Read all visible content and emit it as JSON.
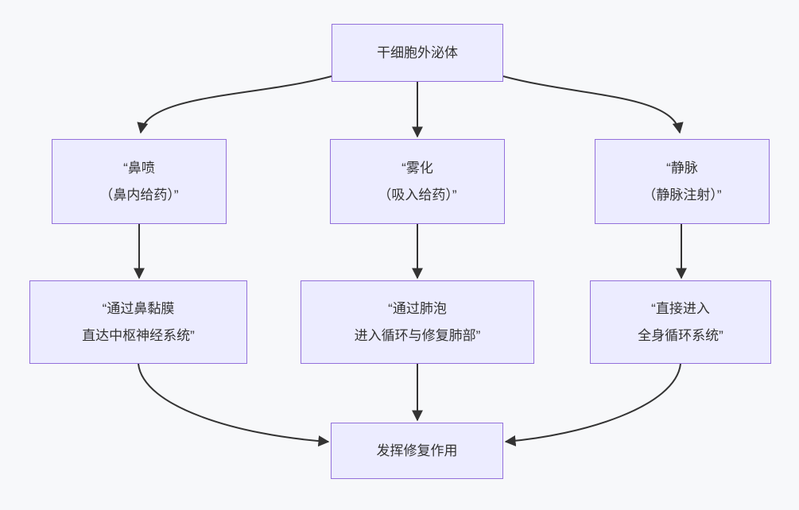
{
  "diagram": {
    "type": "flowchart-top-down",
    "colors": {
      "background": "#F7F8FA",
      "node_fill": "#ECECFF",
      "node_border": "#9370DB",
      "edge": "#333333",
      "text": "#333333"
    },
    "nodes": [
      {
        "id": "source",
        "label": "干细胞外泌体"
      },
      {
        "id": "route-nasal",
        "label": "“鼻喷\n（鼻内给药）”"
      },
      {
        "id": "route-nebulize",
        "label": "“雾化\n（吸入给药）”"
      },
      {
        "id": "route-iv",
        "label": "“静脉\n（静脉注射）”"
      },
      {
        "id": "path-nasal",
        "label": "“通过鼻黏膜\n直达中枢神经系统”"
      },
      {
        "id": "path-nebulize",
        "label": "“通过肺泡\n进入循环与修复肺部”"
      },
      {
        "id": "path-iv",
        "label": "“直接进入\n全身循环系统”"
      },
      {
        "id": "outcome",
        "label": "发挥修复作用"
      }
    ],
    "edges": [
      {
        "from": "source",
        "to": "route-nasal"
      },
      {
        "from": "source",
        "to": "route-nebulize"
      },
      {
        "from": "source",
        "to": "route-iv"
      },
      {
        "from": "route-nasal",
        "to": "path-nasal"
      },
      {
        "from": "route-nebulize",
        "to": "path-nebulize"
      },
      {
        "from": "route-iv",
        "to": "path-iv"
      },
      {
        "from": "path-nasal",
        "to": "outcome"
      },
      {
        "from": "path-nebulize",
        "to": "outcome"
      },
      {
        "from": "path-iv",
        "to": "outcome"
      }
    ]
  }
}
